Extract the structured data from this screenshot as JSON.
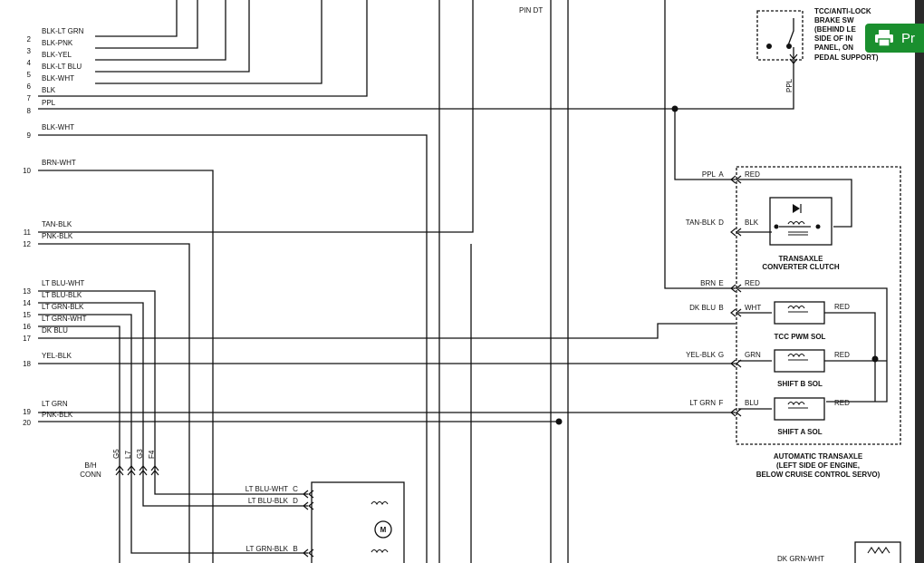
{
  "print_button": {
    "label": "Pr"
  },
  "left_wires": [
    {
      "pin": "2",
      "wire": "BLK-LT GRN"
    },
    {
      "pin": "3",
      "wire": "BLK-PNK"
    },
    {
      "pin": "4",
      "wire": "BLK-YEL"
    },
    {
      "pin": "5",
      "wire": "BLK-LT BLU"
    },
    {
      "pin": "6",
      "wire": "BLK-WHT"
    },
    {
      "pin": "7",
      "wire": "BLK"
    },
    {
      "pin": "8",
      "wire": "PPL"
    },
    {
      "pin": "9",
      "wire": "BLK-WHT"
    },
    {
      "pin": "10",
      "wire": "BRN-WHT"
    },
    {
      "pin": "11",
      "wire": "TAN-BLK"
    },
    {
      "pin": "12",
      "wire": "PNK-BLK"
    },
    {
      "pin": "13",
      "wire": "LT BLU-WHT"
    },
    {
      "pin": "14",
      "wire": "LT BLU-BLK"
    },
    {
      "pin": "15",
      "wire": "LT GRN-BLK"
    },
    {
      "pin": "16",
      "wire": "LT GRN-WHT"
    },
    {
      "pin": "17",
      "wire": "DK BLU"
    },
    {
      "pin": "18",
      "wire": "YEL-BLK"
    },
    {
      "pin": "19",
      "wire": "LT GRN"
    },
    {
      "pin": "20",
      "wire": "PNK-BLK"
    }
  ],
  "top_fragment": "PIN DT",
  "brake_switch": {
    "lines": [
      "TCC/ANTI-LOCK",
      "BRAKE SW",
      "(BEHIND LE",
      "SIDE OF IN",
      "PANEL, ON",
      "PEDAL SUPPORT)"
    ],
    "wire": "PPL"
  },
  "transaxle_pins": [
    {
      "wire": "PPL",
      "pin": "A",
      "inner": "RED"
    },
    {
      "wire": "TAN-BLK",
      "pin": "D",
      "inner": "BLK"
    },
    {
      "wire": "BRN",
      "pin": "E",
      "inner": "RED"
    },
    {
      "wire": "DK BLU",
      "pin": "B",
      "inner": "WHT"
    },
    {
      "wire": "YEL-BLK",
      "pin": "G",
      "inner": "GRN"
    },
    {
      "wire": "LT GRN",
      "pin": "F",
      "inner": "BLU"
    }
  ],
  "solenoid_out_wire": "RED",
  "components": {
    "converter_clutch": [
      "TRANSAXLE",
      "CONVERTER CLUTCH"
    ],
    "tcc_pwm": "TCC PWM SOL",
    "shift_b": "SHIFT B SOL",
    "shift_a": "SHIFT A SOL"
  },
  "transaxle_label": [
    "AUTOMATIC TRANSAXLE",
    "(LEFT SIDE OF ENGINE,",
    "BELOW CRUISE CONTROL SERVO)"
  ],
  "bh_conn": {
    "label_lines": [
      "B/H",
      "CONN"
    ],
    "pins": [
      "G5",
      "L7",
      "G3",
      "F4"
    ]
  },
  "motor_pins": [
    {
      "wire": "LT BLU-WHT",
      "pin": "C"
    },
    {
      "wire": "LT BLU-BLK",
      "pin": "D"
    },
    {
      "wire": "LT GRN-BLK",
      "pin": "B"
    }
  ],
  "motor_symbol": "M",
  "bottom_right_fragment": "DK GRN-WHT"
}
